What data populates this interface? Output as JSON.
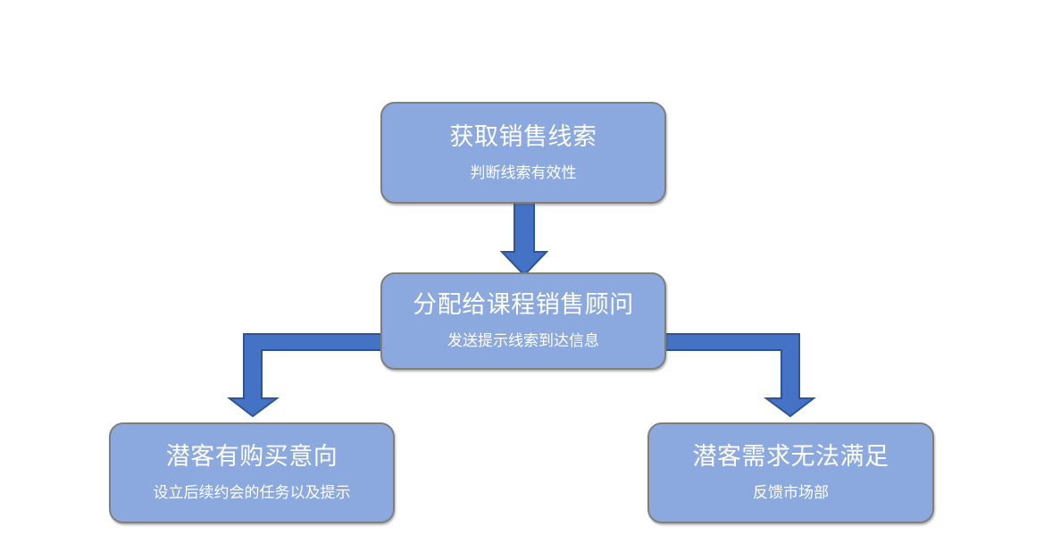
{
  "diagram": {
    "title_visible": false,
    "background_color": "#FFFFFF",
    "node_fill_color": "#8CA9DF",
    "node_border_color": "#7F7F7F",
    "node_text_color": "#FFFFFF",
    "connector_fill_color": "#4472C4",
    "connector_outline_color": "#2E5496",
    "nodes": [
      {
        "id": "acquire-lead",
        "title": "获取销售线索",
        "subtitle": "判断线索有效性"
      },
      {
        "id": "assign-consultant",
        "title": "分配给课程销售顾问",
        "subtitle": "发送提示线索到达信息"
      },
      {
        "id": "has-intent",
        "title": "潜客有购买意向",
        "subtitle": "设立后续约会的任务以及提示"
      },
      {
        "id": "cannot-satisfy",
        "title": "潜客需求无法满足",
        "subtitle": "反馈市场部"
      }
    ],
    "connectors": [
      {
        "id": "arrow-down-main",
        "from": "acquire-lead",
        "to": "assign-consultant",
        "shape": "straight-down-arrow"
      },
      {
        "id": "arrow-elbow-left",
        "from": "assign-consultant",
        "to": "has-intent",
        "shape": "elbow-left-down-arrow"
      },
      {
        "id": "arrow-elbow-right",
        "from": "assign-consultant",
        "to": "cannot-satisfy",
        "shape": "elbow-right-down-arrow"
      }
    ]
  }
}
